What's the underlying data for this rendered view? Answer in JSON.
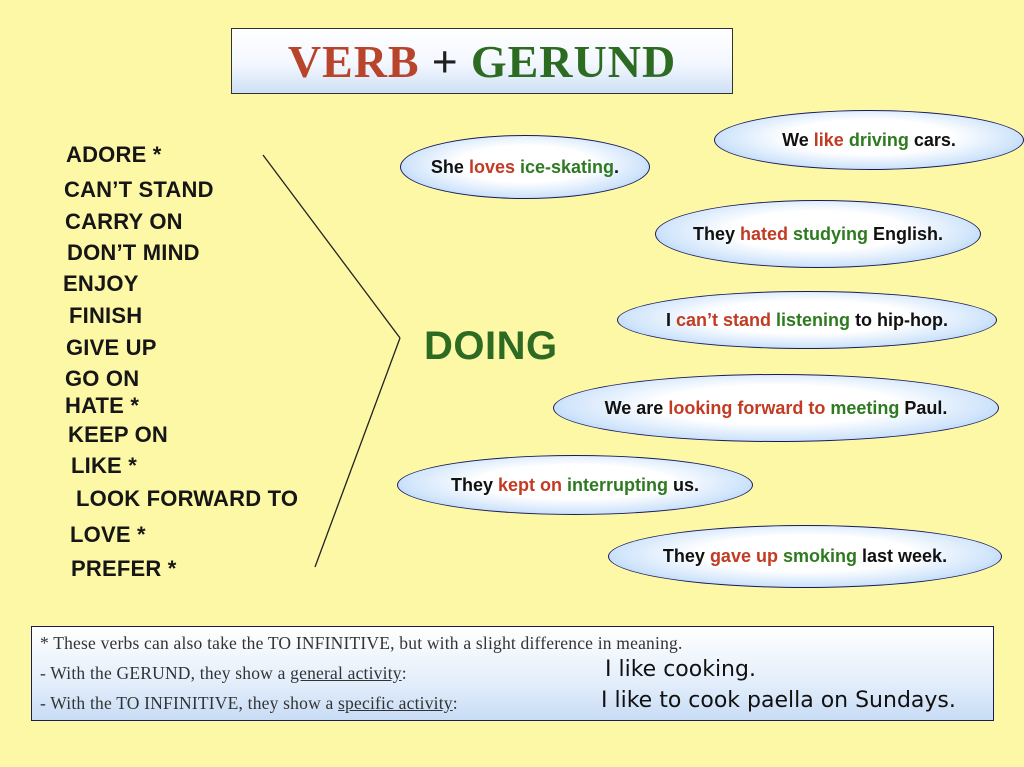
{
  "title": {
    "verb": "VERB",
    "plus": "+",
    "gerund": "GERUND"
  },
  "verbs": [
    "ADORE *",
    "CAN’T STAND",
    "CARRY ON",
    "DON’T MIND",
    "ENJOY",
    "FINISH",
    "GIVE UP",
    "GO ON",
    "HATE *",
    "KEEP ON",
    "LIKE *",
    "LOOK FORWARD TO",
    "LOVE *",
    "PREFER *"
  ],
  "doing": "DOING",
  "examples": [
    {
      "subject": "We",
      "verb": "like",
      "gerund": "driving",
      "rest": "cars."
    },
    {
      "subject": "She",
      "verb": "loves",
      "gerund": "ice-skating",
      "rest": "."
    },
    {
      "subject": "They",
      "verb": "hated",
      "gerund": "studying",
      "rest": "English."
    },
    {
      "subject": "I",
      "verb": "can’t stand",
      "gerund": "listening",
      "rest": "to hip-hop."
    },
    {
      "subject": "We are",
      "verb": "looking forward to",
      "gerund": "meeting",
      "rest": "Paul."
    },
    {
      "subject": "They",
      "verb": "kept on",
      "gerund": "interrupting",
      "rest": "us."
    },
    {
      "subject": "They",
      "verb": "gave up",
      "gerund": "smoking",
      "rest": "last week."
    }
  ],
  "note": {
    "line1": "* These verbs can also take the TO INFINITIVE, but with a slight difference in meaning.",
    "line2_prefix": "- With the GERUND, they show a",
    "line2_term": "general activity",
    "line2_colon": ":",
    "line2_example": "I like cooking.",
    "line3_prefix": "- With the TO INFINITIVE, they show a",
    "line3_term": "specific activity",
    "line3_colon": ":",
    "line3_example": "I like to cook paella on Sundays."
  },
  "colors": {
    "background": "#fdf8a6",
    "verb_red": "#c23b23",
    "gerund_green": "#2e7a20",
    "title_red": "#b8442c",
    "title_green": "#2e6b22"
  }
}
